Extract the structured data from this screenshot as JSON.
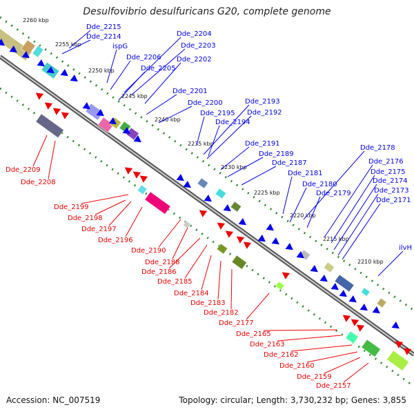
{
  "title": "Desulfovibrio desulfuricans G20, complete genome",
  "footer": {
    "accession": "Accession: NC_007519",
    "topology": "Topology: circular; Length: 3,730,232 bp; Genes: 3,855"
  },
  "colors": {
    "forward": "#0000ee",
    "reverse": "#ee0000",
    "axis": "#999999",
    "ticks": "#339933"
  },
  "scale_labels": [
    "2260 kbp",
    "2255 kbp",
    "2250 kbp",
    "2245 kbp",
    "2240 kbp",
    "2235 kbp",
    "2230 kbp",
    "2225 kbp",
    "2220 kbp",
    "2215 kbp",
    "2210 kbp"
  ],
  "forward_genes": [
    "Dde_2215",
    "Dde_2214",
    "ispG",
    "Dde_2206",
    "Dde_2204",
    "Dde_2203",
    "Dde_2205",
    "Dde_2202",
    "Dde_2201",
    "Dde_2200",
    "Dde_2195",
    "Dde_2193",
    "Dde_2194",
    "Dde_2192",
    "Dde_2191",
    "Dde_2189",
    "Dde_2187",
    "Dde_2181",
    "Dde_2178",
    "Dde_2180",
    "Dde_2176",
    "Dde_2179",
    "Dde_2175",
    "Dde_2174",
    "Dde_2173",
    "Dde_2171",
    "ilvH"
  ],
  "reverse_genes": [
    "Dde_2209",
    "Dde_2208",
    "Dde_2199",
    "Dde_2198",
    "Dde_2197",
    "Dde_2196",
    "Dde_2190",
    "Dde_2188",
    "Dde_2186",
    "Dde_2185",
    "Dde_2184",
    "Dde_2183",
    "Dde_2182",
    "Dde_2177",
    "Dde_2165",
    "Dde_2163",
    "Dde_2162",
    "Dde_2160",
    "Dde_2159",
    "Dde_2157"
  ]
}
